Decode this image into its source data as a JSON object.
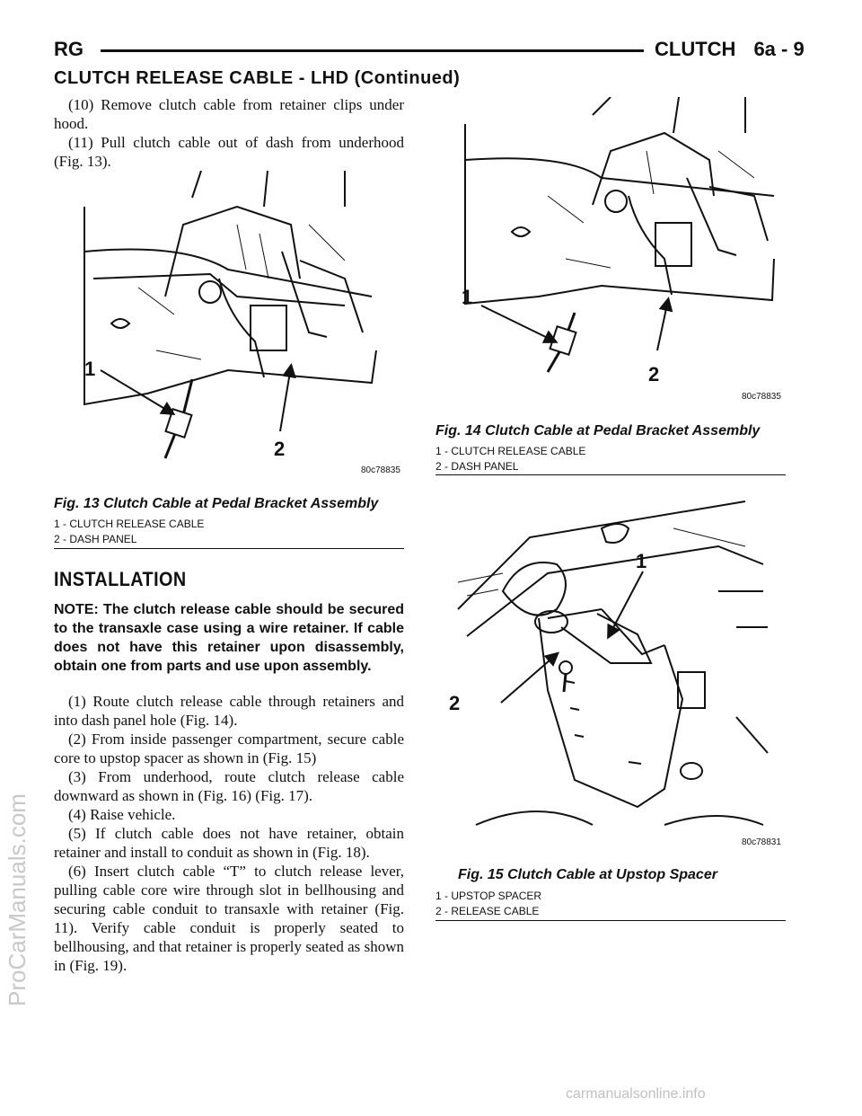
{
  "header": {
    "left": "RG",
    "section": "CLUTCH",
    "page": "6a - 9"
  },
  "section_title": "CLUTCH RELEASE CABLE - LHD (Continued)",
  "steps_removal": [
    "(10) Remove clutch cable from retainer clips under hood.",
    "(11) Pull clutch cable out of dash from underhood (Fig. 13)."
  ],
  "fig13": {
    "code": "80c78835",
    "caption": "Fig. 13 Clutch Cable at Pedal Bracket Assembly",
    "callouts": [
      "1",
      "2"
    ],
    "legend": [
      "1 - CLUTCH RELEASE CABLE",
      "2 - DASH PANEL"
    ]
  },
  "installation": {
    "heading": "INSTALLATION",
    "note": "NOTE: The clutch release cable should be secured to the transaxle case using a wire retainer. If cable does not have this retainer upon disassembly, obtain one from parts and use upon assembly.",
    "steps": [
      "(1) Route clutch release cable through retainers and into dash panel hole (Fig. 14).",
      "(2) From inside passenger compartment, secure cable core to upstop spacer as shown in (Fig. 15)",
      "(3) From underhood, route clutch release cable downward as shown in (Fig. 16) (Fig. 17).",
      "(4) Raise vehicle.",
      "(5) If clutch cable does not have retainer, obtain retainer and install to conduit as shown in (Fig. 18).",
      "(6) Insert clutch cable “T” to clutch release lever, pulling cable core wire through slot in bellhousing and securing cable conduit to transaxle with retainer (Fig. 11). Verify cable conduit is properly seated to bellhousing, and that retainer is properly seated as shown in (Fig. 19)."
    ]
  },
  "fig14": {
    "code": "80c78835",
    "caption": "Fig. 14 Clutch Cable at Pedal Bracket Assembly",
    "callouts": [
      "1",
      "2"
    ],
    "legend": [
      "1 - CLUTCH RELEASE CABLE",
      "2 - DASH PANEL"
    ]
  },
  "fig15": {
    "code": "80c78831",
    "caption": "Fig. 15 Clutch Cable at Upstop Spacer",
    "callouts": [
      "1",
      "2"
    ],
    "legend": [
      "1 - UPSTOP SPACER",
      "2 - RELEASE CABLE"
    ]
  },
  "watermark_side": "ProCarManuals.com",
  "watermark_bottom": "carmanualsonline.info"
}
